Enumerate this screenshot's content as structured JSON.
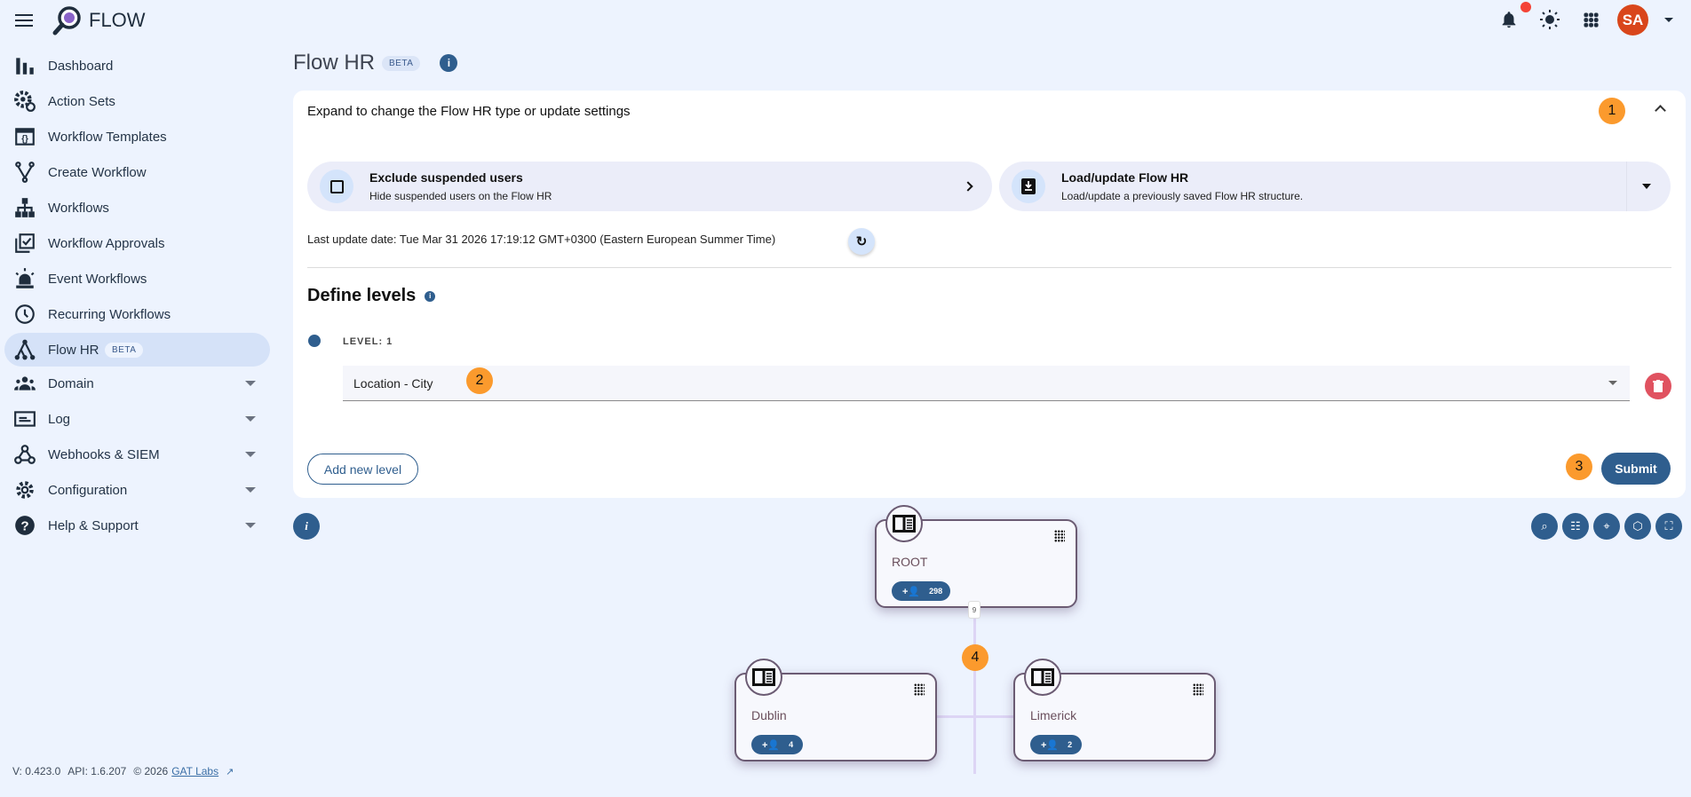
{
  "app": {
    "name": "FLOW",
    "avatar_initials": "SA",
    "colors": {
      "accent": "#2f5e8e",
      "avatar": "#d9461b",
      "notification_dot": "#f44336",
      "annotation_badge": "#fb9a2d",
      "delete": "#e05260"
    }
  },
  "sidebar": {
    "items": [
      {
        "label": "Dashboard",
        "icon": "bar-chart-icon"
      },
      {
        "label": "Action Sets",
        "icon": "gear-refresh-icon"
      },
      {
        "label": "Workflow Templates",
        "icon": "code-window-icon"
      },
      {
        "label": "Create Workflow",
        "icon": "fork-icon"
      },
      {
        "label": "Workflows",
        "icon": "sitemap-icon"
      },
      {
        "label": "Workflow Approvals",
        "icon": "library-check-icon"
      },
      {
        "label": "Event Workflows",
        "icon": "siren-icon"
      },
      {
        "label": "Recurring Workflows",
        "icon": "clock-icon"
      },
      {
        "label": "Flow HR",
        "icon": "hierarchy-icon",
        "badge": "BETA",
        "active": true
      },
      {
        "label": "Domain",
        "icon": "group-icon",
        "expandable": true
      },
      {
        "label": "Log",
        "icon": "log-icon",
        "expandable": true
      },
      {
        "label": "Webhooks & SIEM",
        "icon": "webhook-icon",
        "expandable": true
      },
      {
        "label": "Configuration",
        "icon": "gear-icon",
        "expandable": true
      },
      {
        "label": "Help & Support",
        "icon": "help-icon",
        "expandable": true
      }
    ],
    "footer": {
      "version": "V: 0.423.0",
      "api": "API: 1.6.207",
      "copyright": "© 2026",
      "link": "GAT Labs"
    }
  },
  "page": {
    "title": "Flow HR",
    "badge": "BETA"
  },
  "settings": {
    "header": "Expand to change the Flow HR type or update settings",
    "exclude": {
      "title": "Exclude suspended users",
      "subtitle": "Hide suspended users on the Flow HR",
      "checked": false
    },
    "load": {
      "title": "Load/update Flow HR",
      "subtitle": "Load/update a previously saved Flow HR structure."
    },
    "last_update": "Last update date: Tue Mar 31 2026 17:19:12 GMT+0300 (Eastern European Summer Time)",
    "define_levels": "Define levels",
    "levels": [
      {
        "label": "LEVEL: 1",
        "value": "Location - City"
      }
    ],
    "add_level": "Add new level",
    "submit": "Submit"
  },
  "annotations": [
    "1",
    "2",
    "3",
    "4"
  ],
  "tree": {
    "root": {
      "name": "ROOT",
      "count": "298",
      "children_count": "9"
    },
    "children": [
      {
        "name": "Dublin",
        "count": "4"
      },
      {
        "name": "Limerick",
        "count": "2"
      }
    ]
  }
}
